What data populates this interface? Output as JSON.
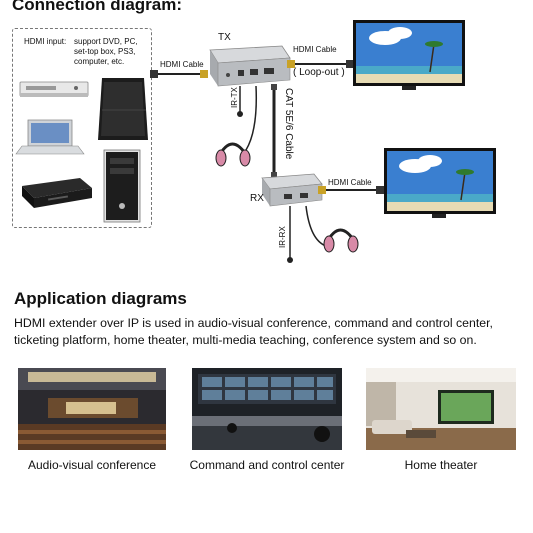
{
  "connection": {
    "title": "Connection diagram:",
    "source_box": {
      "label": "HDMI input:",
      "desc_lines": [
        "support DVD, PC,",
        "set-top box, PS3,",
        "computer, etc."
      ]
    },
    "tx_label": "TX",
    "rx_label": "RX",
    "cable_tx_in": "HDMI Cable",
    "cable_tx_out": "HDMI Cable",
    "loop_out": "( Loop-out )",
    "ir_tx": "IR-TX",
    "ir_rx": "IR-RX",
    "cat_cable": "CAT 5E/6 Cable",
    "cable_rx_out": "HDMI Cable"
  },
  "application": {
    "title": "Application diagrams",
    "description": "HDMI extender over IP is used in audio-visual conference, command and control center, ticketing platform, home theater, multi-media teaching, conference system and so on.",
    "captions": [
      "Audio-visual conference",
      "Command and control center",
      "Home theater"
    ]
  },
  "colors": {
    "device_silver": "#b9bcc0",
    "tv_sky": "#3a7fd0",
    "cable": "#222222"
  }
}
